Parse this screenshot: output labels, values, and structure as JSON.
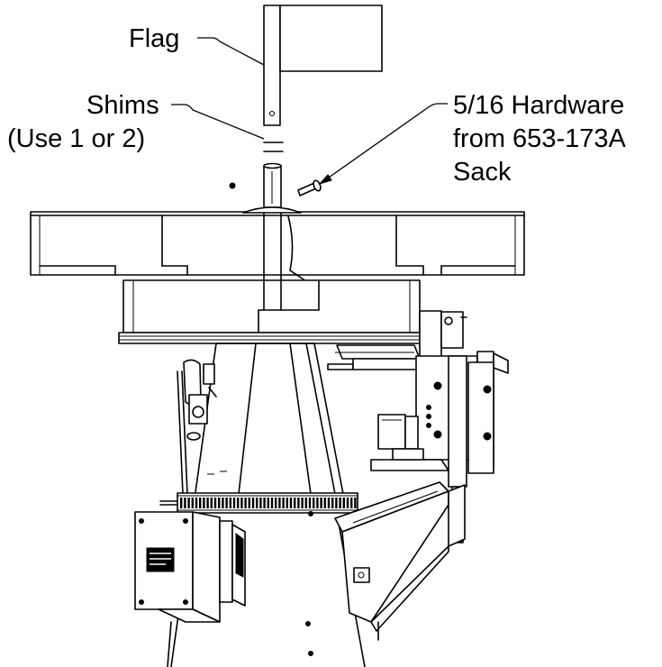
{
  "callouts": {
    "flag": "Flag",
    "shims_line1": "Shims",
    "shims_line2": "(Use 1 or 2)",
    "hardware_line1": "5/16 Hardware",
    "hardware_line2": "from 653-173A",
    "hardware_line3": "Sack"
  },
  "colors": {
    "ink": "#000000",
    "paper": "#ffffff"
  }
}
